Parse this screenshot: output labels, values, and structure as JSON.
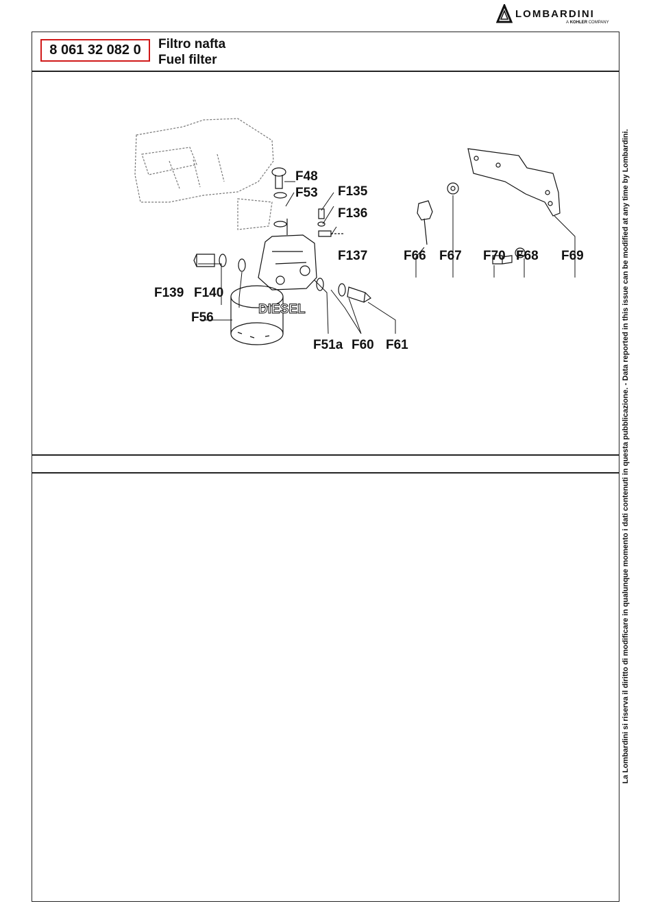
{
  "brand": {
    "name": "LOMBARDINI",
    "tagline_prefix": "A",
    "tagline_company": "KOHLER",
    "tagline_suffix": "COMPANY"
  },
  "header": {
    "part_number": "8 061 32 082 0",
    "title_it": "Filtro nafta",
    "title_en": "Fuel filter"
  },
  "diagram": {
    "callouts": [
      "F48",
      "F53",
      "F135",
      "F136",
      "F137",
      "F66",
      "F67",
      "F70",
      "F68",
      "F69",
      "F139",
      "F140",
      "F56",
      "F51a",
      "F60",
      "F61"
    ],
    "body_text": "DIESEL"
  },
  "disclaimer": "La Lombardini si riserva il diritto di modificare in qualunque momento i dati contenuti in questa pubblicazione.   -   Data reported in this issue can be modified at any time by Lombardini.",
  "colors": {
    "highlight": "#d01818",
    "lines": "#222222"
  }
}
